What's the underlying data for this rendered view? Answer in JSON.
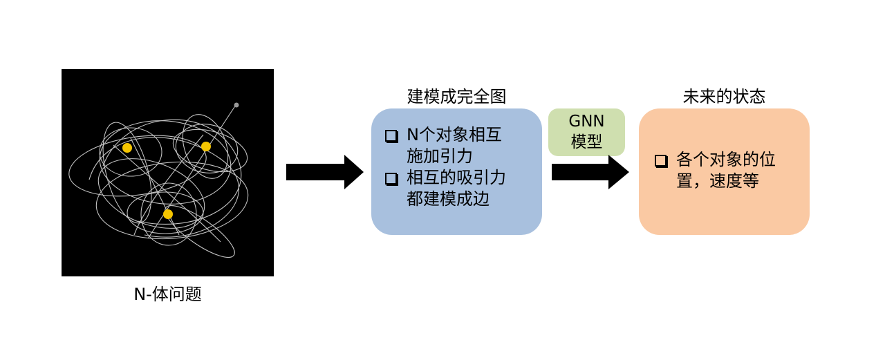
{
  "left_panel": {
    "caption": "N-体问题",
    "image_description": "n-body simulation with orbital trails",
    "body_color": "#f5c500",
    "trail_color": "#d8d8d8"
  },
  "middle_panel": {
    "title": "建模成完全图",
    "box_color": "#a8c0de",
    "bullets": [
      {
        "line1": "N个对象相互",
        "line2": "施加引力"
      },
      {
        "line1": "相互的吸引力",
        "line2": "都建模成边"
      }
    ]
  },
  "model_label": {
    "line1": "GNN",
    "line2": "模型",
    "box_color": "#cfdfaf"
  },
  "right_panel": {
    "title": "未来的状态",
    "box_color": "#fac9a3",
    "bullets": [
      {
        "line1": "各个对象的位",
        "line2": "置，速度等"
      }
    ]
  }
}
